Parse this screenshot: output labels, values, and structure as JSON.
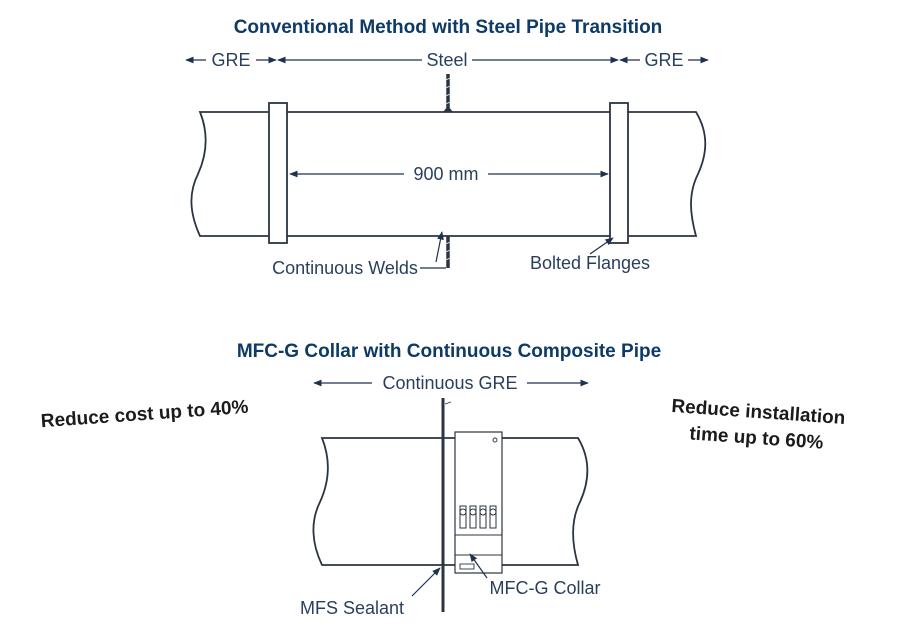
{
  "top": {
    "title": "Conventional Method with Steel Pipe Transition",
    "left_label": "GRE",
    "center_label": "Steel",
    "right_label": "GRE",
    "dimension_label": "900 mm",
    "welds_label": "Continuous Welds",
    "flanges_label": "Bolted Flanges"
  },
  "bottom": {
    "title": "MFC-G Collar with Continuous Composite Pipe",
    "span_label": "Continuous GRE",
    "sealant_label": "MFS Sealant",
    "collar_label": "MFC-G Collar",
    "cost_callout": "Reduce cost up to 40%",
    "time_callout_line1": "Reduce installation",
    "time_callout_line2": "time up to 60%"
  },
  "colors": {
    "title": "#0e3a66",
    "label": "#2a3f5c",
    "line": "#2b3442"
  }
}
